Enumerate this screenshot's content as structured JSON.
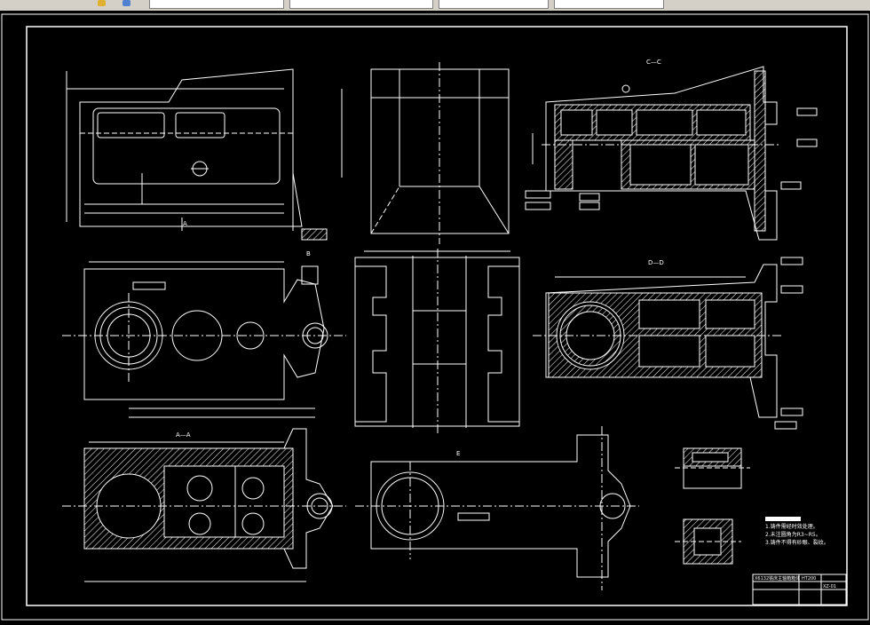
{
  "toolbar": {
    "fields": [
      "",
      "",
      "",
      "",
      ""
    ],
    "icons": [
      "layer-icon",
      "color-icon"
    ]
  },
  "colors": {
    "background": "#000000",
    "lines": "#ffffff",
    "toolbar": "#d4d0c8"
  },
  "views": {
    "top_left": {
      "section_label": "A"
    },
    "mid_center": {
      "section_label": "B"
    },
    "top_right": {
      "section_label": "C—C"
    },
    "mid_right": {
      "section_label": "D—D"
    },
    "bottom_left": {
      "section_label": "A—A"
    },
    "bottom_center": {
      "section_label": "E"
    }
  },
  "notes": {
    "title": "",
    "lines": [
      "1.铸件需经时效处理。",
      "2.未注圆角为R3~R5。",
      "3.铸件不得有砂眼、裂纹。"
    ]
  },
  "title_block": {
    "drawing_name": "X6132铣床主轴箱箱体",
    "drawing_number": "XZ-01",
    "material": "HT200"
  }
}
